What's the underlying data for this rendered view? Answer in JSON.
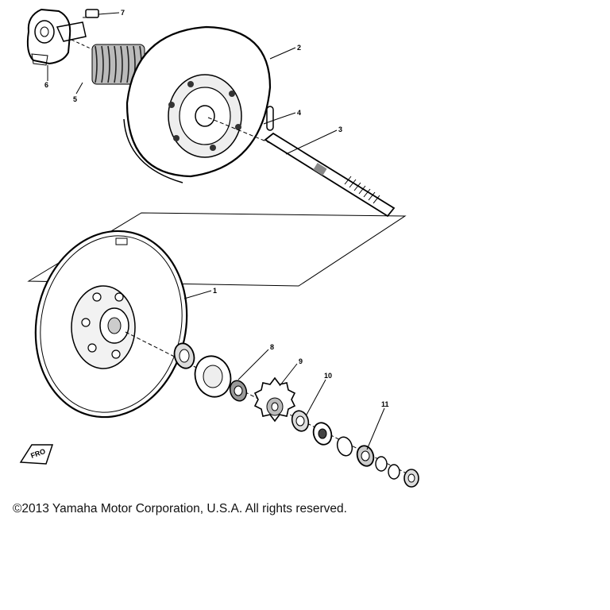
{
  "callouts": {
    "c1": "1",
    "c2": "2",
    "c3": "3",
    "c4": "4",
    "c5": "5",
    "c6": "6",
    "c7": "7",
    "c8": "8",
    "c9": "9",
    "c10": "10",
    "c11": "11"
  },
  "fro_mark": "FRO",
  "copyright": "©2013 Yamaha Motor Corporation, U.S.A. All rights reserved."
}
